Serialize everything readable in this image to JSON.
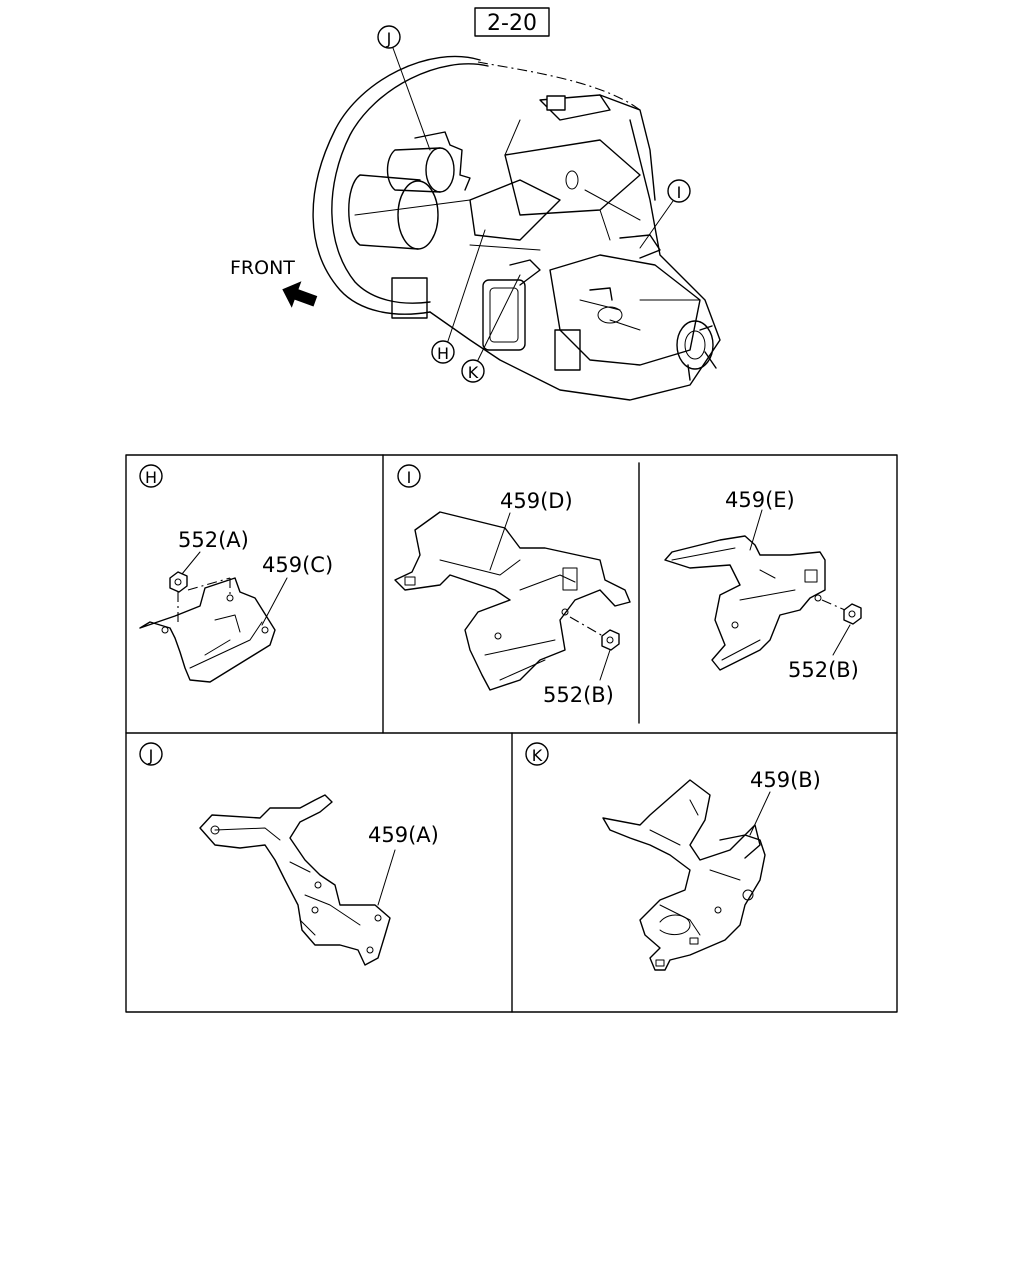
{
  "ref_box": "2-20",
  "front_label": "FRONT",
  "callouts": {
    "J": "J",
    "I": "I",
    "H": "H",
    "K": "K"
  },
  "panels": {
    "H": {
      "letter": "H",
      "parts": [
        "552(A)",
        "459(C)"
      ]
    },
    "I": {
      "letter": "I",
      "parts": [
        "459(D)",
        "552(B)",
        "459(E)",
        "552(B)"
      ]
    },
    "J": {
      "letter": "J",
      "parts": [
        "459(A)"
      ]
    },
    "K": {
      "letter": "K",
      "parts": [
        "459(B)"
      ]
    }
  }
}
